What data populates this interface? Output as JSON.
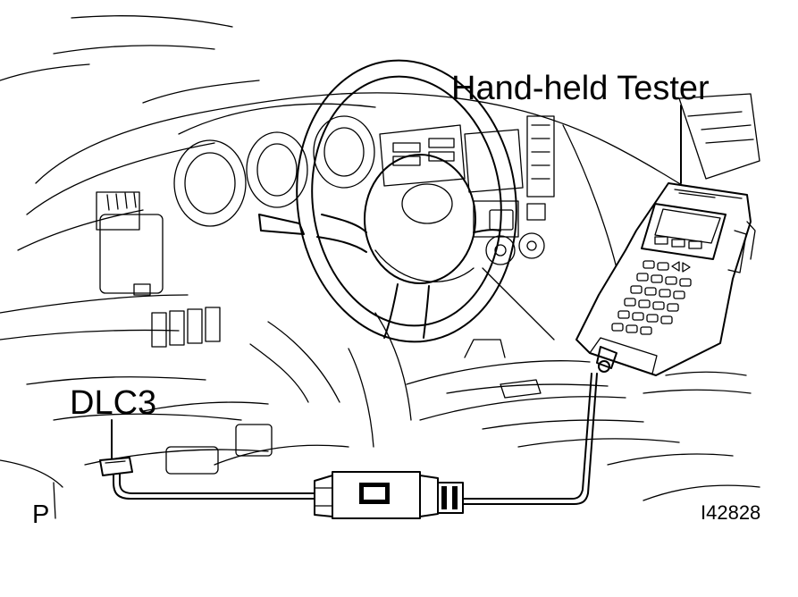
{
  "labels": {
    "tester": "Hand-held Tester",
    "dlc3": "DLC3",
    "view_marker": "P",
    "figure_code": "I42828"
  },
  "icons": {
    "steering_wheel": "steering-wheel-icon",
    "tester": "hand-held-tester-icon",
    "adapter": "cable-adapter-icon",
    "connector": "dlc3-connector-icon"
  },
  "colors": {
    "ink": "#000000",
    "paper": "#ffffff"
  }
}
